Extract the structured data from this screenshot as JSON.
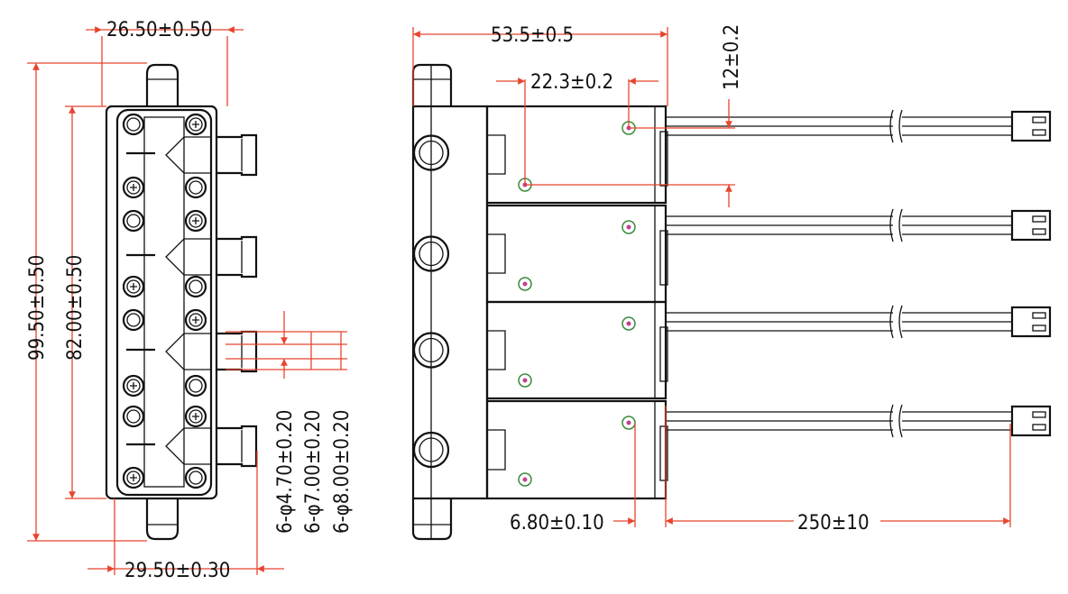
{
  "colors": {
    "outline": "#111111",
    "dimension": "#e8442e",
    "screw_mark": "#c04090"
  },
  "left_view": {
    "width_top": "26.50±0.50",
    "total_height": "99.50±0.50",
    "body_height": "82.00±0.50",
    "width_bottom": "29.50±0.30",
    "port_inner": "6-φ4.70±0.20",
    "port_mid": "6-φ7.00±0.20",
    "port_outer": "6-φ8.00±0.20"
  },
  "side_view": {
    "overall_width": "53.5±0.5",
    "screw_spacing_x": "22.3±0.2",
    "screw_spacing_y": "12±0.2",
    "wire_offset": "6.80±0.10",
    "wire_length": "250±10"
  }
}
